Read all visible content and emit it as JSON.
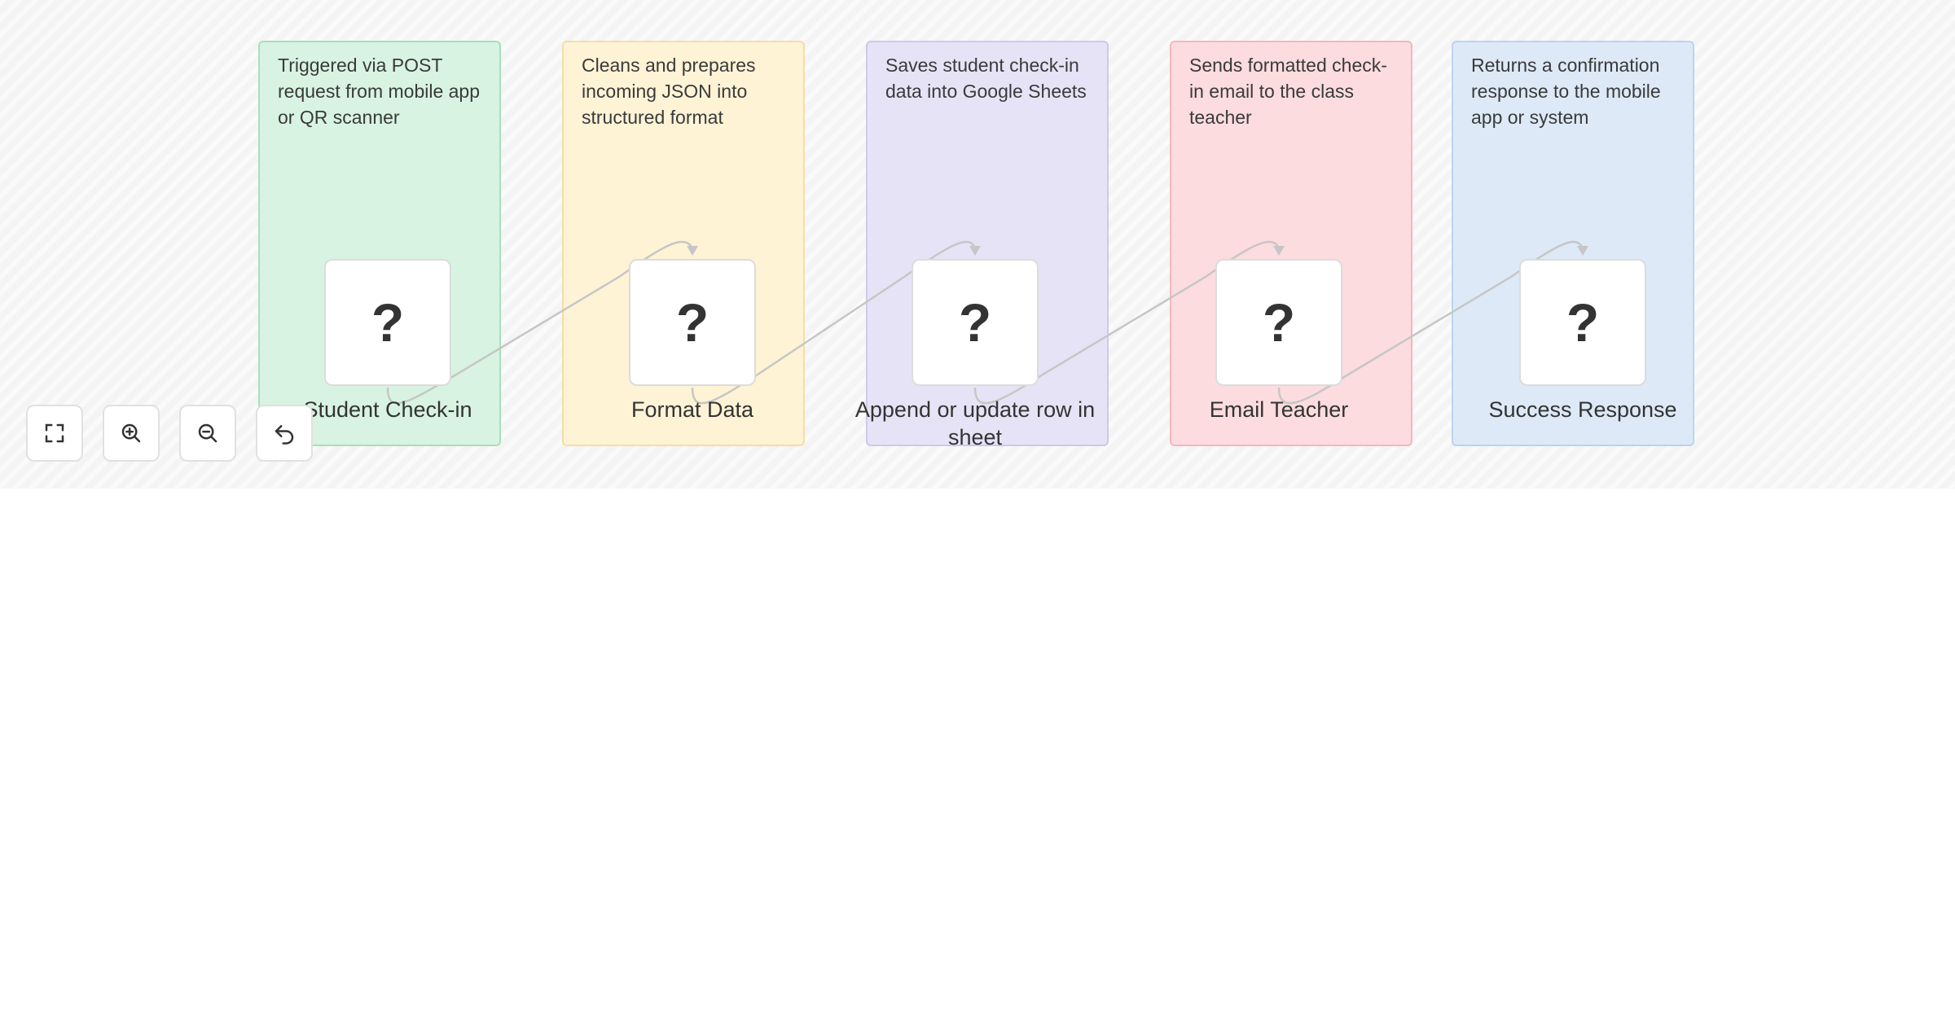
{
  "stickies": [
    {
      "color": "#d8f3e2",
      "text": "Triggered via POST request from mobile app or QR scanner"
    },
    {
      "color": "#fff3d6",
      "text": "Cleans and prepares incoming JSON into structured format"
    },
    {
      "color": "#e7e3f6",
      "text": "Saves student check-in data into Google Sheets"
    },
    {
      "color": "#fcdcdf",
      "text": "Sends formatted check-in email to the class teacher"
    },
    {
      "color": "#dde9f7",
      "text": "Returns a confirmation response to the mobile app or system"
    }
  ],
  "nodes": [
    {
      "icon": "?",
      "label": "Student Check-in"
    },
    {
      "icon": "?",
      "label": "Format Data"
    },
    {
      "icon": "?",
      "label": "Append or update row in sheet"
    },
    {
      "icon": "?",
      "label": "Email Teacher"
    },
    {
      "icon": "?",
      "label": "Success Response"
    }
  ],
  "connections": [
    {
      "from": "Student Check-in",
      "to": "Format Data"
    },
    {
      "from": "Format Data",
      "to": "Append or update row in sheet"
    },
    {
      "from": "Append or update row in sheet",
      "to": "Email Teacher"
    },
    {
      "from": "Email Teacher",
      "to": "Success Response"
    }
  ],
  "controls": [
    {
      "name": "fit-to-view",
      "icon": "fullscreen-icon"
    },
    {
      "name": "zoom-in",
      "icon": "zoom-in-icon"
    },
    {
      "name": "zoom-out",
      "icon": "zoom-out-icon"
    },
    {
      "name": "undo",
      "icon": "undo-icon"
    }
  ]
}
